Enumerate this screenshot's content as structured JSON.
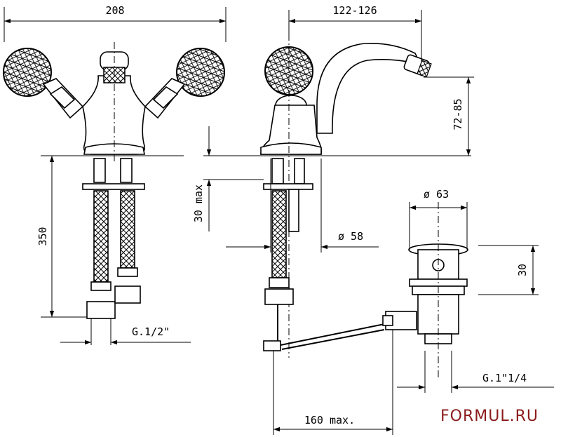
{
  "dimensions": {
    "width_total": "208",
    "spout_reach": "122-126",
    "height_above": "72-85",
    "deck_max": "30 max",
    "hose_length": "350",
    "base_diameter": "ø 58",
    "waste_diameter": "ø 63",
    "waste_height": "30",
    "hose_thread": "G.1/2\"",
    "waste_thread": "G.1\"1/4",
    "rod_length": "160 max."
  },
  "brand": {
    "text": "FORMUL.RU",
    "color": "#8b1c1c"
  },
  "line_color": "#000000"
}
